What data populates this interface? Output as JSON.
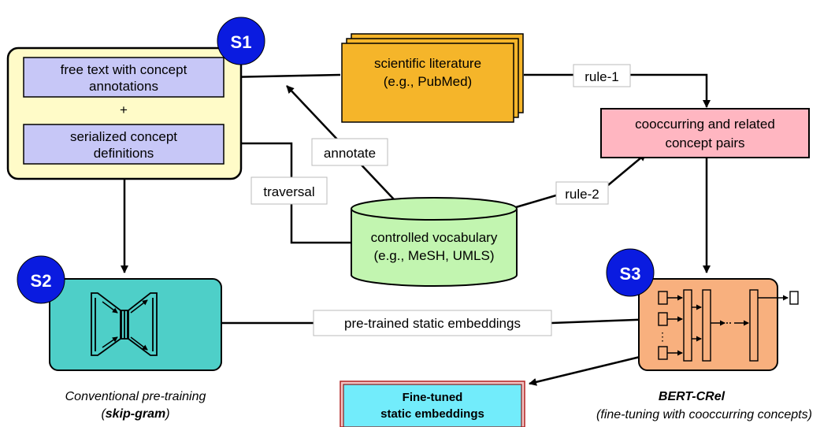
{
  "badges": {
    "s1": "S1",
    "s2": "S2",
    "s3": "S3"
  },
  "s1_box": {
    "inner1": {
      "line1": "free text with concept",
      "line2": "annotations"
    },
    "plus": "+",
    "inner2": {
      "line1": "serialized concept",
      "line2": "definitions"
    }
  },
  "literature": {
    "line1": "scientific literature",
    "line2": "(e.g., PubMed)"
  },
  "vocabulary": {
    "line1": "controlled vocabulary",
    "line2": "(e.g., MeSH, UMLS)"
  },
  "pairs": {
    "line1": "cooccurring and related",
    "line2": "concept pairs"
  },
  "labels": {
    "rule1": "rule-1",
    "rule2": "rule-2",
    "annotate": "annotate",
    "traversal": "traversal",
    "pretrained": "pre-trained static embeddings"
  },
  "captions": {
    "conventional_line1": "Conventional pre-training",
    "conventional_line2_bold": "skip-gram",
    "bert_line1": "BERT-CRel",
    "bert_line2": "(fine-tuning with cooccurring concepts)"
  },
  "finetuned": {
    "line1": "Fine-tuned",
    "line2": "static embeddings"
  },
  "colors": {
    "s1_fill": "#fffbc8",
    "inner_fill": "#c7c7f7",
    "literature_fill": "#f5b52a",
    "vocabulary_fill": "#c2f5b0",
    "pairs_fill": "#ffb6c1",
    "s2_fill": "#4ecfc8",
    "s3_fill": "#f8b07e",
    "finetuned_fill": "#72ecfb",
    "badge_fill": "#0a1be0"
  }
}
